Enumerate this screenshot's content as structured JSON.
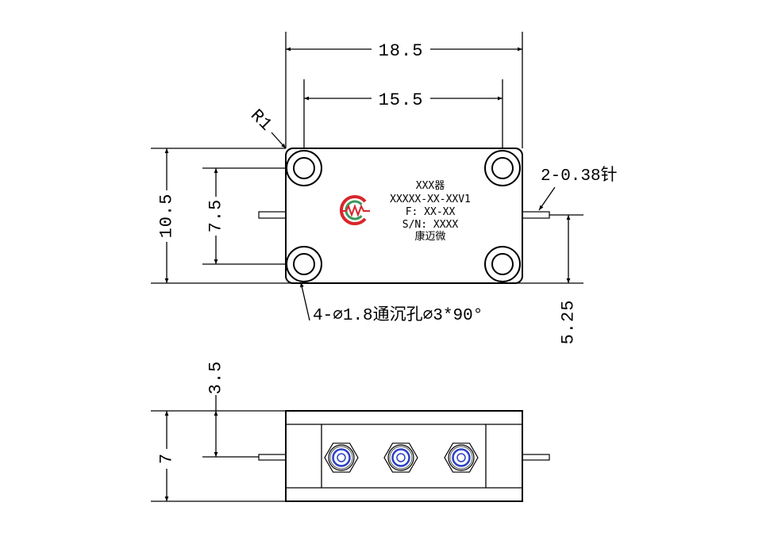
{
  "drawing": {
    "top_view": {
      "dim_length": "18.5",
      "dim_hole_pitch_x": "15.5",
      "dim_width": "10.5",
      "dim_hole_pitch_y": "7.5",
      "dim_pin_offset": "5.25",
      "corner_radius_note": "R1",
      "pin_note": "2-0.38针",
      "hole_note": "4-∅1.8通沉孔∅3*90°",
      "label": {
        "line1": "XXX器",
        "line2": "XXXXX-XX-XXV1",
        "line3": "F: XX-XX",
        "line4": "S/N: XXXX",
        "line5": "康迈微"
      }
    },
    "side_view": {
      "dim_height": "7",
      "dim_pin_height": "3.5"
    }
  },
  "colors": {
    "line": "#000000",
    "logo_red": "#d9262b",
    "logo_green": "#3a9a5b",
    "connector_blue": "#2a3fc4"
  }
}
